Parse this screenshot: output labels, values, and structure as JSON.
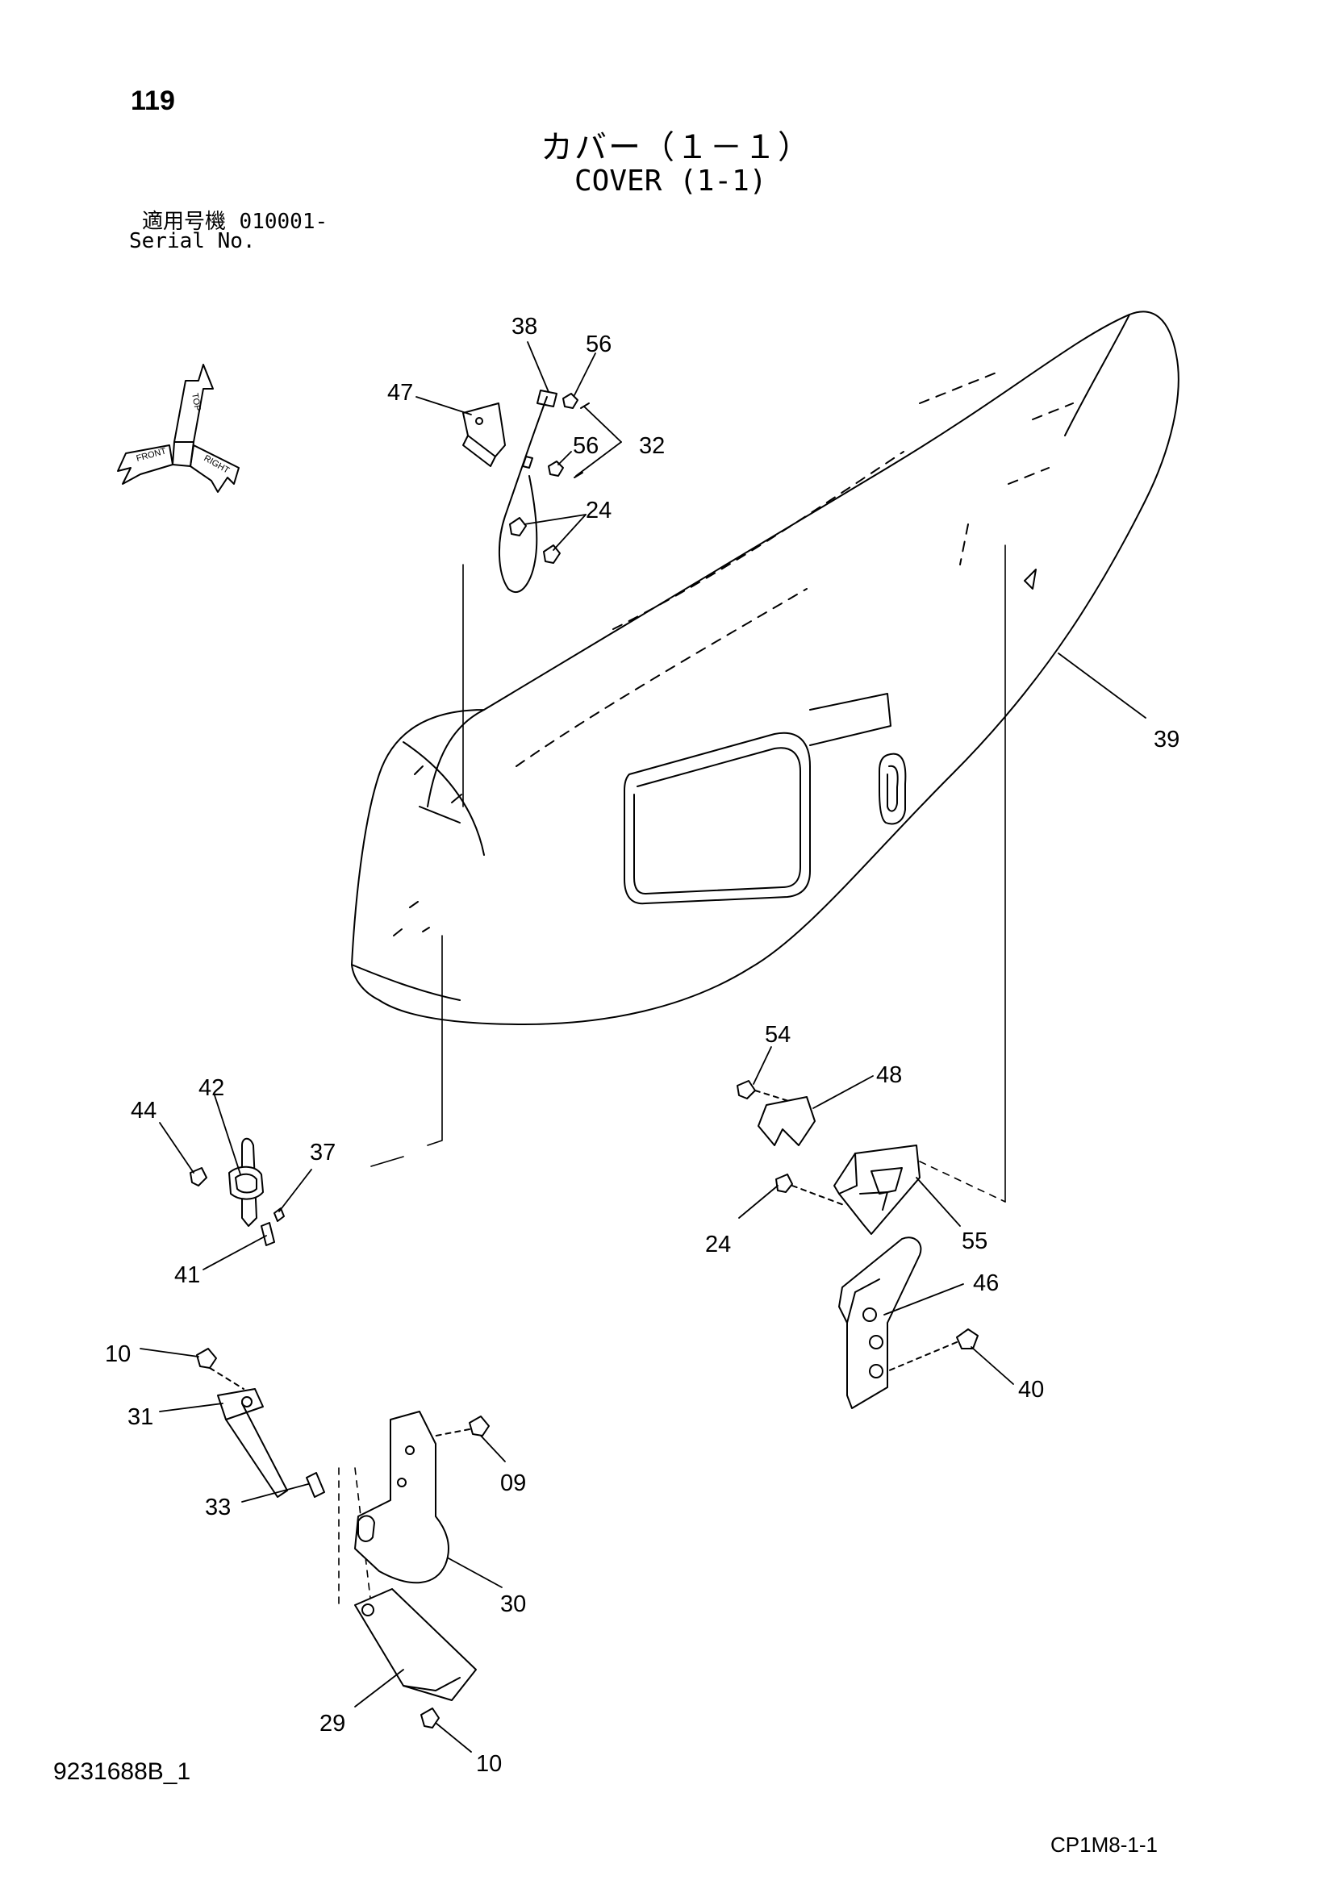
{
  "page": {
    "number": "119",
    "title_jp": "カバー（１－１）",
    "title_en": "COVER (1-1)",
    "serial_label_jp": "適用号機",
    "serial_value": "010001-",
    "serial_label_en": "Serial No.",
    "drawing_id": "9231688B_1",
    "page_code": "CP1M8-1-1"
  },
  "orientation_icon": {
    "labels": [
      "TOP",
      "FRONT",
      "RIGHT"
    ]
  },
  "callouts": [
    {
      "id": "c38",
      "label": "38"
    },
    {
      "id": "c56a",
      "label": "56"
    },
    {
      "id": "c47",
      "label": "47"
    },
    {
      "id": "c56b",
      "label": "56"
    },
    {
      "id": "c32",
      "label": "32"
    },
    {
      "id": "c24a",
      "label": "24"
    },
    {
      "id": "c39",
      "label": "39"
    },
    {
      "id": "c54",
      "label": "54"
    },
    {
      "id": "c48",
      "label": "48"
    },
    {
      "id": "c42",
      "label": "42"
    },
    {
      "id": "c44",
      "label": "44"
    },
    {
      "id": "c37",
      "label": "37"
    },
    {
      "id": "c41",
      "label": "41"
    },
    {
      "id": "c24b",
      "label": "24"
    },
    {
      "id": "c55",
      "label": "55"
    },
    {
      "id": "c46",
      "label": "46"
    },
    {
      "id": "c40",
      "label": "40"
    },
    {
      "id": "c10a",
      "label": "10"
    },
    {
      "id": "c31",
      "label": "31"
    },
    {
      "id": "c09",
      "label": "09"
    },
    {
      "id": "c33",
      "label": "33"
    },
    {
      "id": "c30",
      "label": "30"
    },
    {
      "id": "c29",
      "label": "29"
    },
    {
      "id": "c10b",
      "label": "10"
    }
  ]
}
